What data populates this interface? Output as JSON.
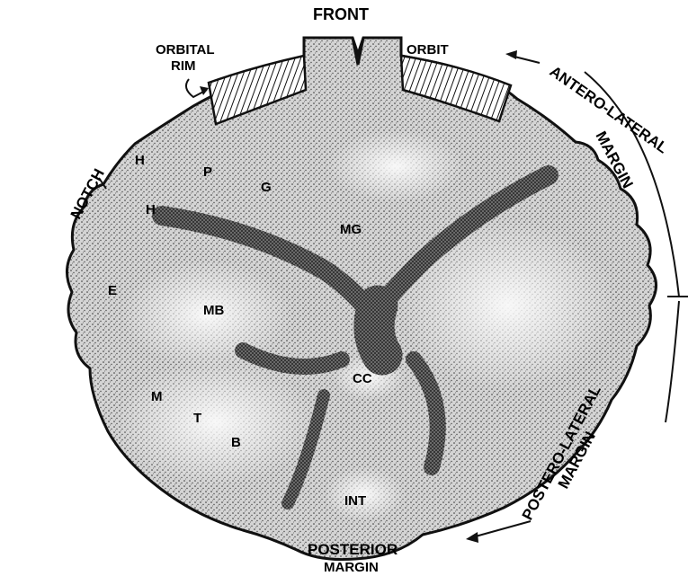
{
  "diagram": {
    "labels": {
      "front": "FRONT",
      "orbital_rim_line1": "ORBITAL",
      "orbital_rim_line2": "RIM",
      "orbit": "ORBIT",
      "antero_lateral_line1": "ANTERO-LATERAL",
      "antero_lateral_line2": "MARGIN",
      "notch": "NOTCH",
      "postero_lateral_line1": "POSTERO-LATERAL",
      "postero_lateral_line2": "MARGIN",
      "posterior_line1": "POSTERIOR",
      "posterior_line2": "MARGIN",
      "region_h_upper": "H",
      "region_h_lower": "H",
      "region_p": "P",
      "region_g": "G",
      "region_mg": "MG",
      "region_e": "E",
      "region_mb": "MB",
      "region_cc": "CC",
      "region_m": "M",
      "region_t": "T",
      "region_b": "B",
      "region_int": "INT"
    },
    "colors": {
      "ink": "#111111",
      "shell_fill": "#bdbdbd",
      "light_area": "#eeeeee",
      "dark_area": "#3a3a3a"
    }
  }
}
